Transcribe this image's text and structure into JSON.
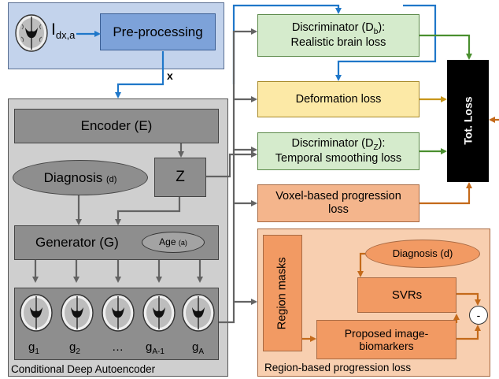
{
  "input_block": {
    "input_label": "I",
    "input_label_sub": "dx,a",
    "preprocessing": "Pre-processing",
    "arrow_label": "x"
  },
  "cda": {
    "title": "Conditional Deep Autoencoder",
    "encoder": "Encoder (E)",
    "latent": "Z",
    "diagnosis": "Diagnosis",
    "diagnosis_suffix": "(d)",
    "generator": "Generator (G)",
    "age": "Age",
    "age_suffix": "(a)",
    "outputs": [
      {
        "base": "g",
        "sub": "1"
      },
      {
        "base": "g",
        "sub": "2"
      },
      {
        "base": "…",
        "sub": ""
      },
      {
        "base": "g",
        "sub": "A-1"
      },
      {
        "base": "g",
        "sub": "A"
      }
    ]
  },
  "losses": {
    "disc_b_line1": "Discriminator (D",
    "disc_b_sub": "b",
    "disc_b_close": "):",
    "disc_b_line2": "Realistic brain loss",
    "deformation": "Deformation loss",
    "disc_z_line1": "Discriminator (D",
    "disc_z_sub": "Z",
    "disc_z_close": "):",
    "disc_z_line2": "Temporal smoothing loss",
    "voxel_line1": "Voxel-based progression",
    "voxel_line2": "loss",
    "total": "Tot. Loss"
  },
  "region_block": {
    "title": "Region-based progression loss",
    "region_masks": "Region masks",
    "diagnosis": "Diagnosis (d)",
    "svrs": "SVRs",
    "biomarkers_line1": "Proposed image-",
    "biomarkers_line2": "biomarkers",
    "minus": "-"
  },
  "icons": [
    "brain-mri-icon"
  ],
  "colors": {
    "blue_arrow": "#1f77c9",
    "gray_arrow": "#636363",
    "green_arrow": "#4a8f2f",
    "gold_arrow": "#c8961a",
    "orange_arrow": "#c46a1a",
    "green_fill": "#d5ebcc",
    "yellow_fill": "#fce9a6",
    "orange_fill": "#f4b58c",
    "region_bg": "#f8cfb0",
    "cda_bg": "#cfcfcf",
    "gray_box": "#8e8e8e",
    "input_bg": "#c3d3ec",
    "preproc_fill": "#7da2d9",
    "total_fill": "#000000"
  }
}
